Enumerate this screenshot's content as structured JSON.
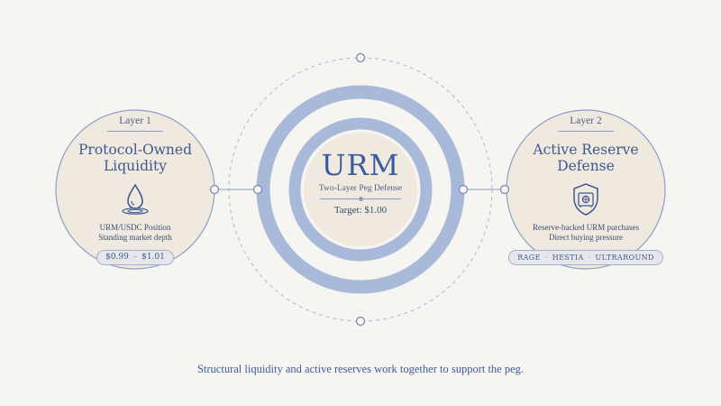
{
  "layer1": {
    "label": "Layer 1",
    "title_line1": "Protocol-Owned",
    "title_line2": "Liquidity",
    "icon": "water-drop-icon",
    "detail_line1": "URM/USDC Position",
    "detail_line2": "Standing market depth",
    "price_low": "$0.99",
    "price_sep": "–",
    "price_high": "$1.01"
  },
  "center": {
    "title": "URM",
    "subtitle": "Two-Layer Peg Defense",
    "target": "Target: $1.00"
  },
  "layer2": {
    "label": "Layer 2",
    "title_line1": "Active Reserve",
    "title_line2": "Defense",
    "icon": "vault-shield-icon",
    "detail_line1": "Reserve-backed URM purchases",
    "detail_line2": "Direct buying pressure",
    "tags": [
      "RAGE",
      "HESTIA",
      "ULTRAROUND"
    ],
    "tag_sep": "·"
  },
  "caption": "Structural liquidity and active reserves work together to support the peg.",
  "colors": {
    "background": "#f7f5f1",
    "panel_fill": "#f0e9df",
    "ring_blue": "#a9b9da",
    "outline_blue": "#8ca0c4",
    "text_blue": "#3e5a8f"
  }
}
